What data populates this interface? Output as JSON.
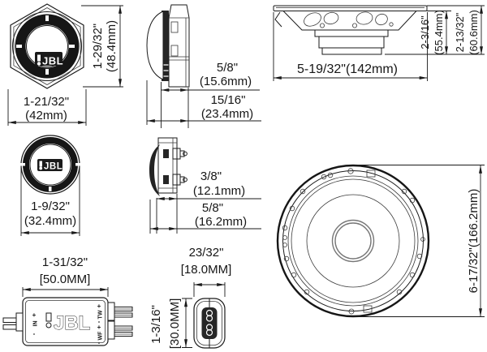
{
  "drawing": {
    "background": "#ffffff",
    "line_color": "#1a1a1a"
  },
  "views": {
    "tweeter_front_large": {
      "logo": "JBL",
      "height_dim": {
        "line1": "1-29/32\"",
        "line2": "(48.4mm)"
      },
      "width_dim": {
        "line1": "1-21/32\"",
        "line2": "(42mm)"
      }
    },
    "tweeter_side_large": {
      "flange_depth_dim": {
        "line1": "5/8\"",
        "line2": "(15.6mm)"
      },
      "total_depth_dim": {
        "line1": "15/16\"",
        "line2": "(23.4mm)"
      }
    },
    "woofer_side": {
      "width_dim": "5-19/32\"(142mm)",
      "mount_depth_dim": {
        "line1": "2-3/16\"",
        "line2": "(55.4mm)"
      },
      "total_depth_dim": {
        "line1": "2-13/32\"",
        "line2": "(60.6mm)"
      }
    },
    "tweeter_front_small": {
      "logo": "JBL",
      "width_dim": {
        "line1": "1-9/32\"",
        "line2": "(32.4mm)"
      }
    },
    "tweeter_side_small": {
      "flange_depth_dim": {
        "line1": "3/8\"",
        "line2": "(12.1mm)"
      },
      "total_depth_dim": {
        "line1": "5/8\"",
        "line2": "(16.2mm)"
      }
    },
    "crossover_top": {
      "logo": "JBL",
      "width_dim": {
        "line1": "1-31/32\"",
        "line2": "[50.0MM]"
      },
      "terminals": {
        "input": {
          "plus": "+",
          "label": "IN",
          "minus": "-"
        },
        "tweeter": {
          "plus": "+",
          "label": "TW",
          "minus": "-"
        },
        "woofer": {
          "plus": "+",
          "label": "WF",
          "minus": "-"
        }
      }
    },
    "crossover_end": {
      "width_dim": {
        "line1": "23/32\"",
        "line2": "[18.0MM]"
      },
      "height_dim": {
        "line1": "1-3/16\"",
        "line2": "[30.0MM]"
      }
    },
    "woofer_front": {
      "diameter_dim": "6-17/32\"(166.2mm)"
    }
  }
}
